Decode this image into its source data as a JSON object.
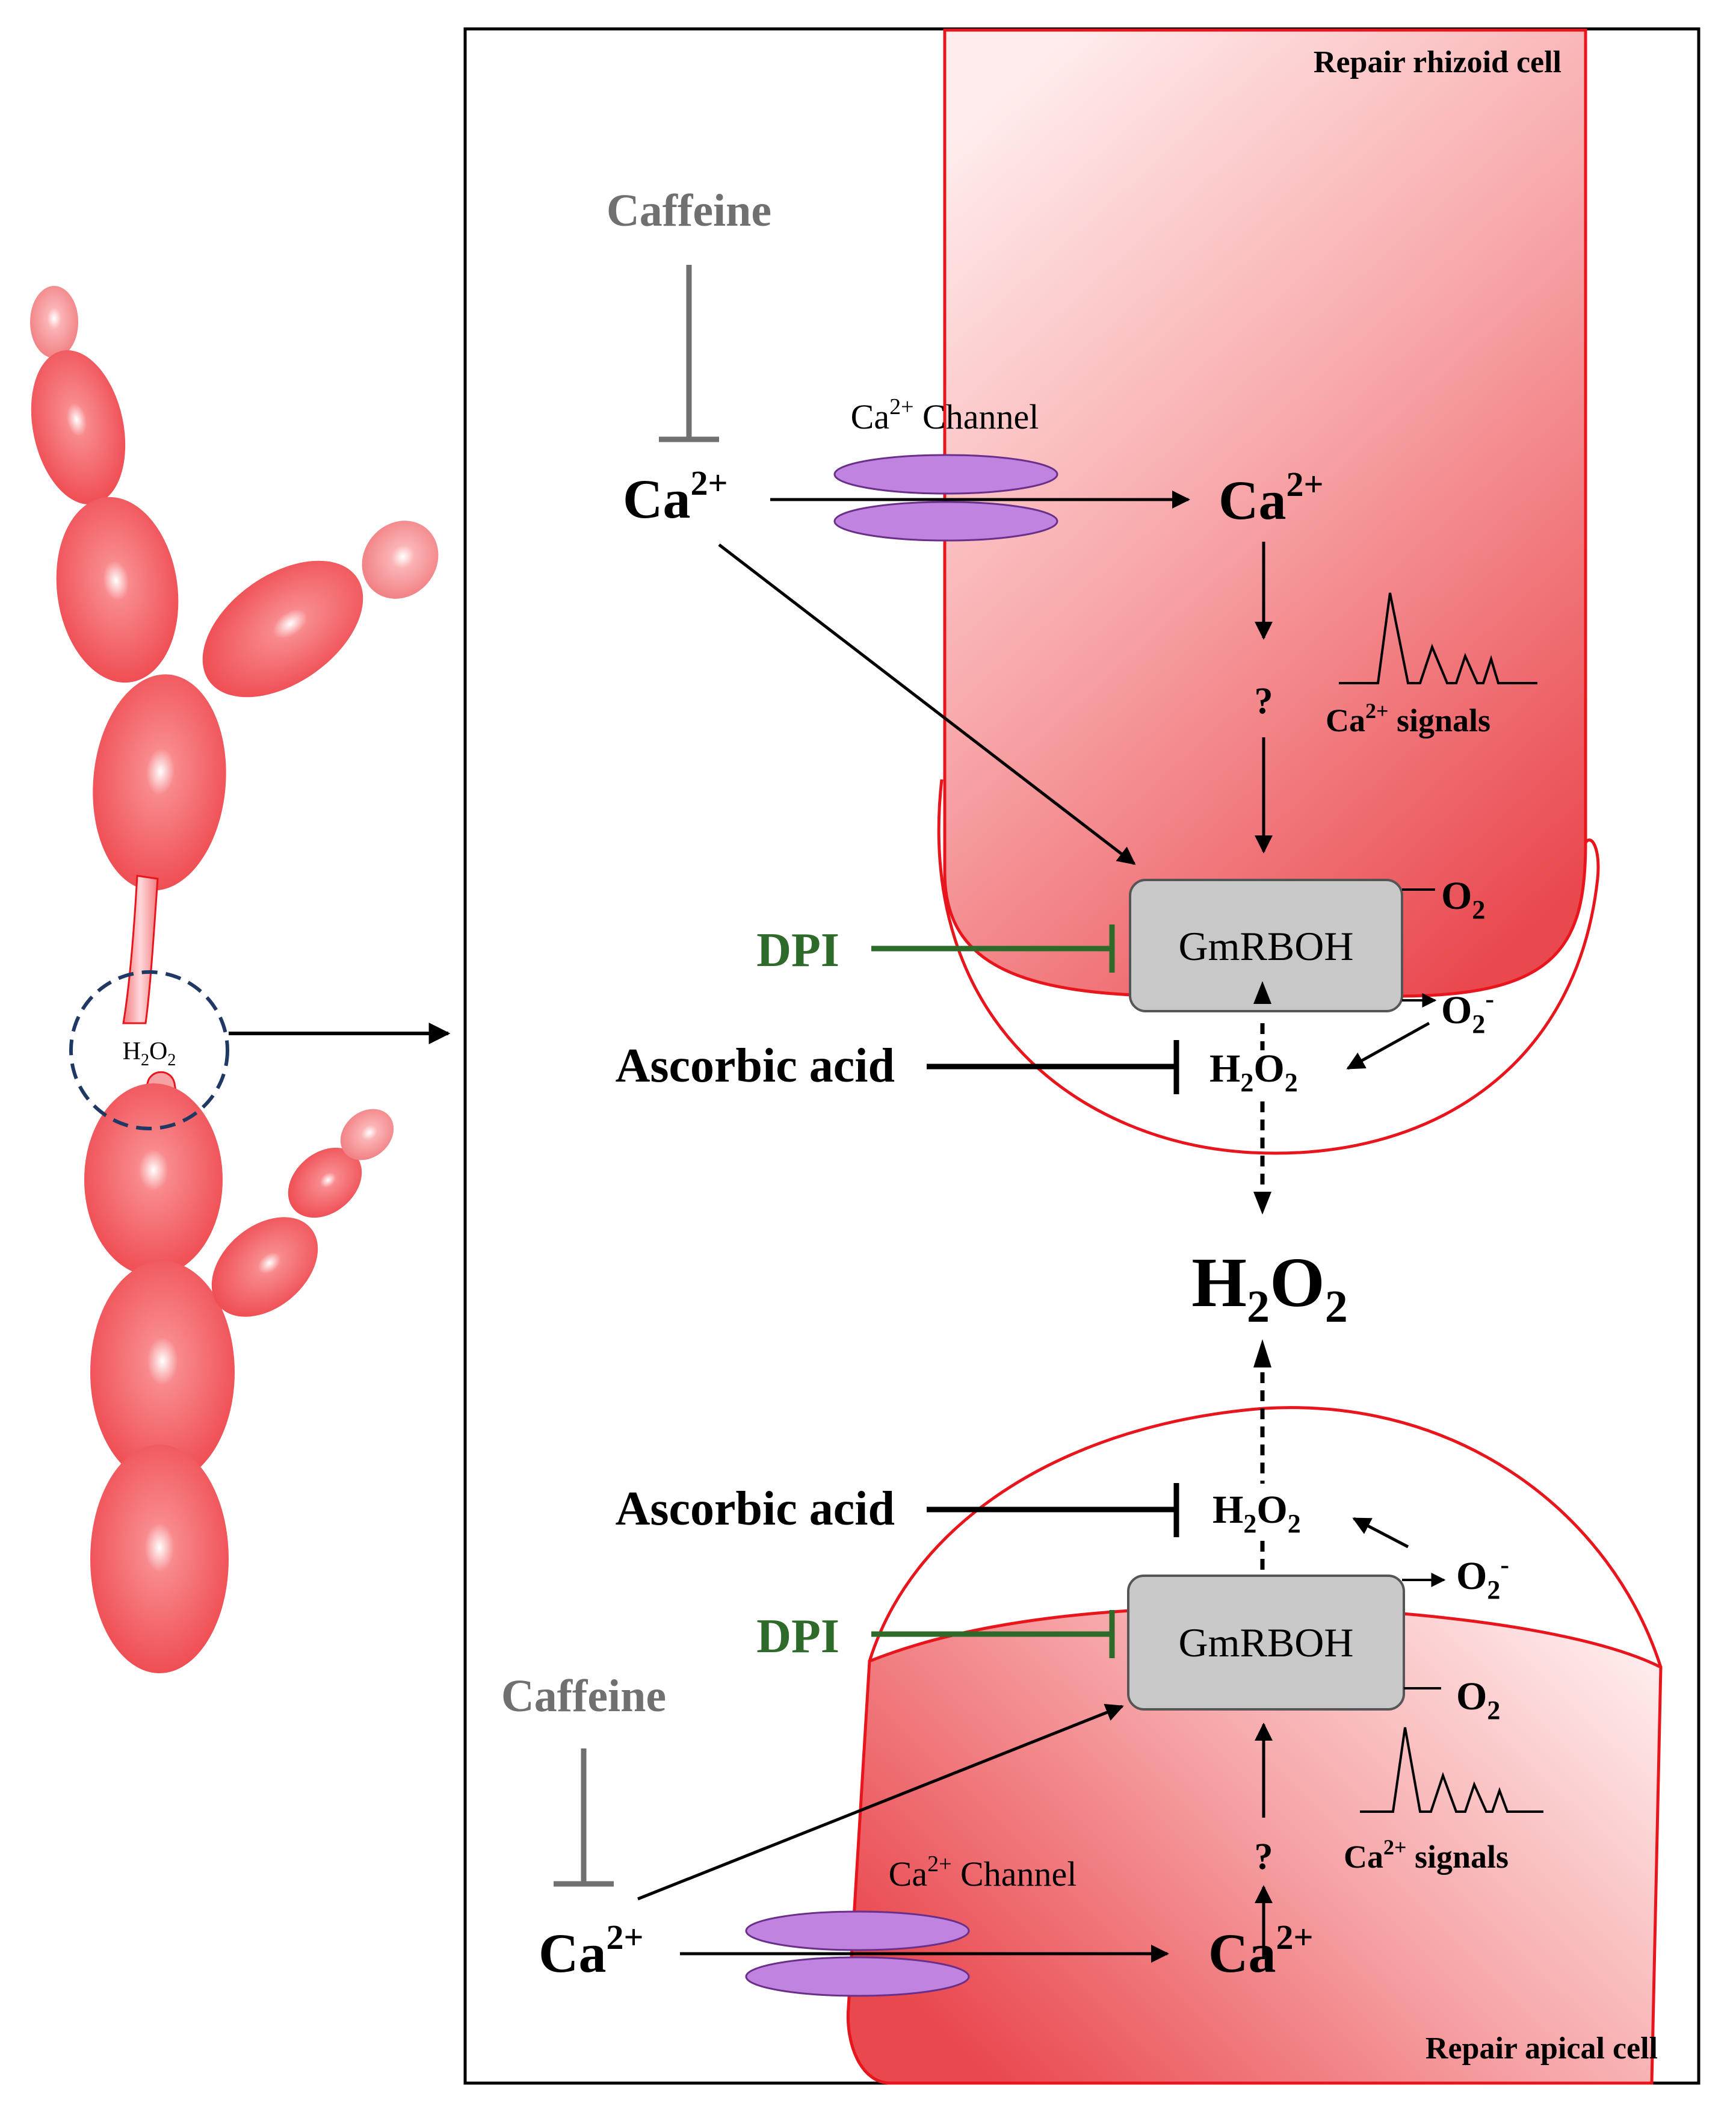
{
  "colors": {
    "cell_fill_dark": "#ea4a4f",
    "cell_fill_light": "#fde4e4",
    "cell_stroke": "#e8151c",
    "channel_fill": "#c084e0",
    "enzyme_fill": "#c8c8c8",
    "dpi_green": "#2e6b2a",
    "caffeine_gray": "#707070",
    "dashed_circle": "#1f3864"
  },
  "left_panel": {
    "junction_label": {
      "base": "H",
      "sub1": "2",
      "mid": "O",
      "sub2": "2"
    }
  },
  "top": {
    "cell_label": "Repair rhizoid cell",
    "caffeine": "Caffeine",
    "channel_label": {
      "pre": "Ca",
      "sup": "2+",
      "post": " Channel"
    },
    "ca_outside": {
      "base": "Ca",
      "sup": "2+"
    },
    "ca_inside": {
      "base": "Ca",
      "sup": "2+"
    },
    "question": "?",
    "signals": {
      "pre": "Ca",
      "sup": "2+",
      "post": " signals"
    },
    "enzyme": "GmRBOH",
    "o2": {
      "base": "O",
      "sub": "2"
    },
    "superoxide": {
      "base": "O",
      "sub": "2",
      "sup": "-"
    },
    "dpi": "DPI",
    "ascorbic": "Ascorbic acid",
    "h2o2": {
      "base": "H",
      "sub1": "2",
      "mid": "O",
      "sub2": "2"
    }
  },
  "center": {
    "h2o2": {
      "base": "H",
      "sub1": "2",
      "mid": "O",
      "sub2": "2"
    }
  },
  "bottom": {
    "cell_label": "Repair apical cell",
    "caffeine": "Caffeine",
    "channel_label": {
      "pre": "Ca",
      "sup": "2+",
      "post": " Channel"
    },
    "ca_outside": {
      "base": "Ca",
      "sup": "2+"
    },
    "ca_inside": {
      "base": "Ca",
      "sup": "2+"
    },
    "question": "?",
    "signals": {
      "pre": "Ca",
      "sup": "2+",
      "post": " signals"
    },
    "enzyme": "GmRBOH",
    "o2": {
      "base": "O",
      "sub": "2"
    },
    "superoxide": {
      "base": "O",
      "sub": "2",
      "sup": "-"
    },
    "dpi": "DPI",
    "ascorbic": "Ascorbic acid",
    "h2o2": {
      "base": "H",
      "sub1": "2",
      "mid": "O",
      "sub2": "2"
    }
  }
}
